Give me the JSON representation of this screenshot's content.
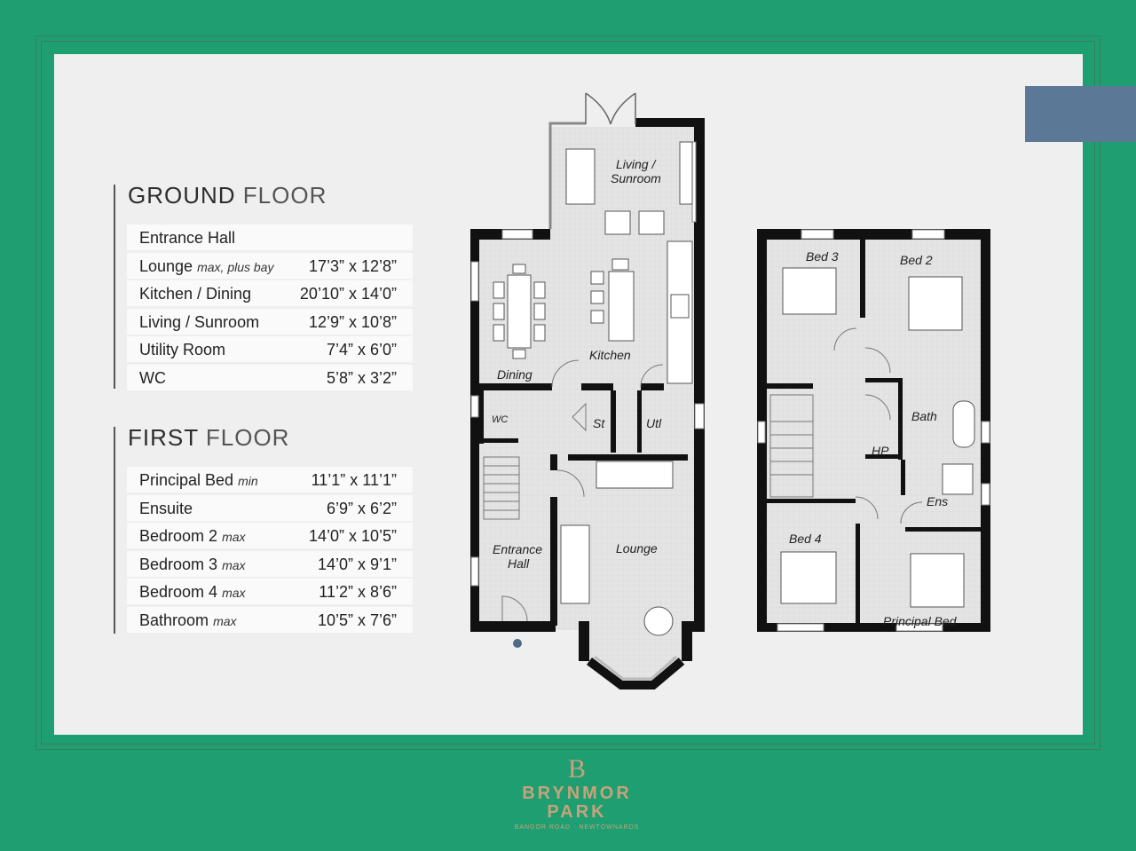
{
  "ground_floor": {
    "title_bold": "GROUND",
    "title_light": "FLOOR",
    "rooms": [
      {
        "name": "Entrance Hall",
        "qualifier": "",
        "dims": ""
      },
      {
        "name": "Lounge",
        "qualifier": "max, plus bay",
        "dims": "17’3” x 12’8”"
      },
      {
        "name": "Kitchen / Dining",
        "qualifier": "",
        "dims": "20’10” x 14’0”"
      },
      {
        "name": "Living / Sunroom",
        "qualifier": "",
        "dims": "12’9” x 10’8”"
      },
      {
        "name": "Utility Room",
        "qualifier": "",
        "dims": "7’4” x 6’0”"
      },
      {
        "name": "WC",
        "qualifier": "",
        "dims": "5’8” x 3’2”"
      }
    ]
  },
  "first_floor": {
    "title_bold": "FIRST",
    "title_light": "FLOOR",
    "rooms": [
      {
        "name": "Principal Bed",
        "qualifier": "min",
        "dims": "11’1” x 11’1”"
      },
      {
        "name": "Ensuite",
        "qualifier": "",
        "dims": "6’9” x 6’2”"
      },
      {
        "name": "Bedroom 2",
        "qualifier": "max",
        "dims": "14’0” x 10’5”"
      },
      {
        "name": "Bedroom 3",
        "qualifier": "max",
        "dims": "14’0” x 9’1”"
      },
      {
        "name": "Bedroom 4",
        "qualifier": "max",
        "dims": "11’2” x 8’6”"
      },
      {
        "name": "Bathroom",
        "qualifier": "max",
        "dims": "10’5” x 7’6”"
      }
    ]
  },
  "plan_labels": {
    "living_1": "Living /",
    "living_2": "Sunroom",
    "dining": "Dining",
    "kitchen": "Kitchen",
    "wc": "WC",
    "st": "St",
    "utl": "Utl",
    "entrance_1": "Entrance",
    "entrance_2": "Hall",
    "lounge": "Lounge",
    "bed3": "Bed 3",
    "bed2": "Bed 2",
    "bath": "Bath",
    "hp": "HP",
    "ens": "Ens",
    "bed4": "Bed 4",
    "principal_bed": "Principal Bed"
  },
  "brand": {
    "monogram": "B",
    "name_1": "BRYNMOR",
    "name_2": "PARK",
    "address": "BANGOR ROAD · NEWTOWNARDS"
  },
  "colors": {
    "background_green": "#1f9e72",
    "panel": "#efefef",
    "tab_blue": "#5b7896",
    "wall": "#111111",
    "gold": "#c8a27a"
  }
}
